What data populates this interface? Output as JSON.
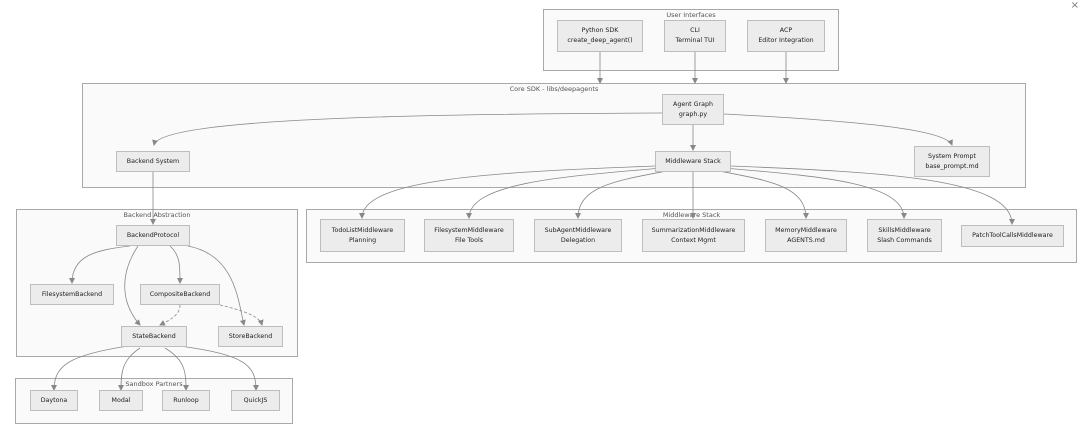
{
  "clusters": {
    "ui": "User Interfaces",
    "core": "Core SDK - libs/deepagents",
    "middleware": "Middleware Stack",
    "backend": "Backend Abstraction",
    "sandbox": "Sandbox Partners"
  },
  "nodes": {
    "python_sdk": [
      "Python SDK",
      "create_deep_agent()"
    ],
    "cli": [
      "CLI",
      "Terminal TUI"
    ],
    "acp": [
      "ACP",
      "Editor Integration"
    ],
    "agent_graph": [
      "Agent Graph",
      "graph.py"
    ],
    "backend_system": [
      "Backend System"
    ],
    "middleware_stack": [
      "Middleware Stack"
    ],
    "system_prompt": [
      "System Prompt",
      "base_prompt.md"
    ],
    "todolist": [
      "TodoListMiddleware",
      "Planning"
    ],
    "filesystem_mw": [
      "FilesystemMiddleware",
      "File Tools"
    ],
    "subagent": [
      "SubAgentMiddleware",
      "Delegation"
    ],
    "summarization": [
      "SummarizationMiddleware",
      "Context Mgmt"
    ],
    "memory": [
      "MemoryMiddleware",
      "AGENTS.md"
    ],
    "skills": [
      "SkillsMiddleware",
      "Slash Commands"
    ],
    "patchtool": [
      "PatchToolCallsMiddleware"
    ],
    "backend_protocol": [
      "BackendProtocol"
    ],
    "filesystem_backend": [
      "FilesystemBackend"
    ],
    "composite_backend": [
      "CompositeBackend"
    ],
    "state_backend": [
      "StateBackend"
    ],
    "store_backend": [
      "StoreBackend"
    ],
    "daytona": [
      "Daytona"
    ],
    "modal": [
      "Modal"
    ],
    "runloop": [
      "Runloop"
    ],
    "quickjs": [
      "QuickJS"
    ]
  },
  "close_icon": "×",
  "colors": {
    "node_fill": "#ececec",
    "node_border": "#bdbdbd",
    "edge": "#888888",
    "cluster_border": "#a9a9a9"
  }
}
